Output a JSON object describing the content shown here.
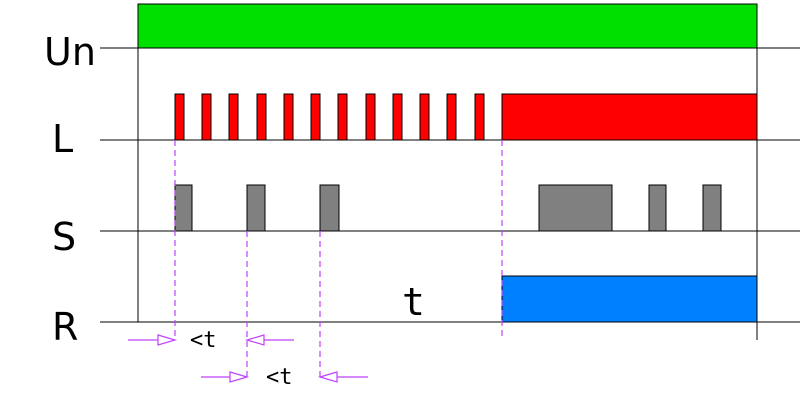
{
  "rows": {
    "un": {
      "label": "Un",
      "color": "#00e000"
    },
    "l": {
      "label": "L",
      "color": "#ff0000"
    },
    "s": {
      "label": "S",
      "color": "#808080"
    },
    "r": {
      "label": "R",
      "color": "#0080ff"
    }
  },
  "labels": {
    "t": "t",
    "less_t_1": "<t",
    "less_t_2": "<t"
  },
  "colors": {
    "guide": "#c040ff",
    "lines": "#000000"
  }
}
